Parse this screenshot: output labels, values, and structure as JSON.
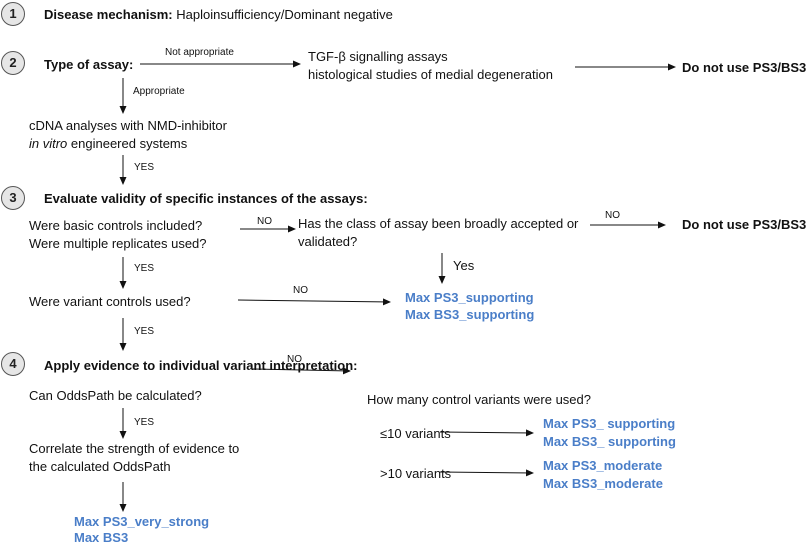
{
  "steps": {
    "s1": {
      "number": "1",
      "heading": "Disease mechanism:",
      "detail": "Haploinsufficiency/Dominant negative"
    },
    "s2": {
      "number": "2",
      "heading": "Type of assay:"
    },
    "s3": {
      "number": "3",
      "heading": "Evaluate validity of specific instances of the assays:"
    },
    "s4": {
      "number": "4",
      "heading": "Apply evidence to individual variant interpretation:"
    }
  },
  "step2": {
    "not_appropriate_label": "Not appropriate",
    "inappropriate_assays": [
      "TGF-β signalling assays",
      "histological studies of medial degeneration"
    ],
    "outcome": "Do not use PS3/BS3",
    "appropriate_label": "Appropriate",
    "appropriate_assays": {
      "line1": "cDNA analyses with NMD-inhibitor",
      "line2_italic": "in vitro",
      "line2_rest": " engineered systems"
    },
    "yes_label": "YES"
  },
  "step3": {
    "q_controls": [
      "Were basic controls included?",
      "Were multiple replicates used?"
    ],
    "no_label_1": "NO",
    "q_class": [
      "Has the class of assay been broadly accepted or",
      "validated?"
    ],
    "no_label_2": "NO",
    "outcome_no": "Do not use PS3/BS3",
    "yes_label_1": "YES",
    "yes_label_2": "Yes",
    "q_variant_controls": "Were variant controls used?",
    "no_label_3": "NO",
    "outcome_supporting": [
      "Max PS3_supporting",
      "Max BS3_supporting"
    ],
    "yes_label_3": "YES"
  },
  "step4": {
    "q_oddspath": "Can OddsPath be calculated?",
    "no_label": "NO",
    "q_how_many": "How many control variants were used?",
    "yes_label": "YES",
    "correlate": [
      "Correlate the strength of evidence to",
      "the calculated OddsPath"
    ],
    "le10_label": "≤10 variants",
    "le10_outcome": [
      "Max PS3_ supporting",
      "Max BS3_ supporting"
    ],
    "gt10_label": ">10 variants",
    "gt10_outcome": [
      "Max PS3_moderate",
      "Max BS3_moderate"
    ],
    "final_outcome": [
      "Max PS3_very_strong",
      "Max BS3"
    ]
  },
  "colors": {
    "outcome_blue": "#4a7ec8",
    "circle_fill": "#e6e6e6"
  }
}
